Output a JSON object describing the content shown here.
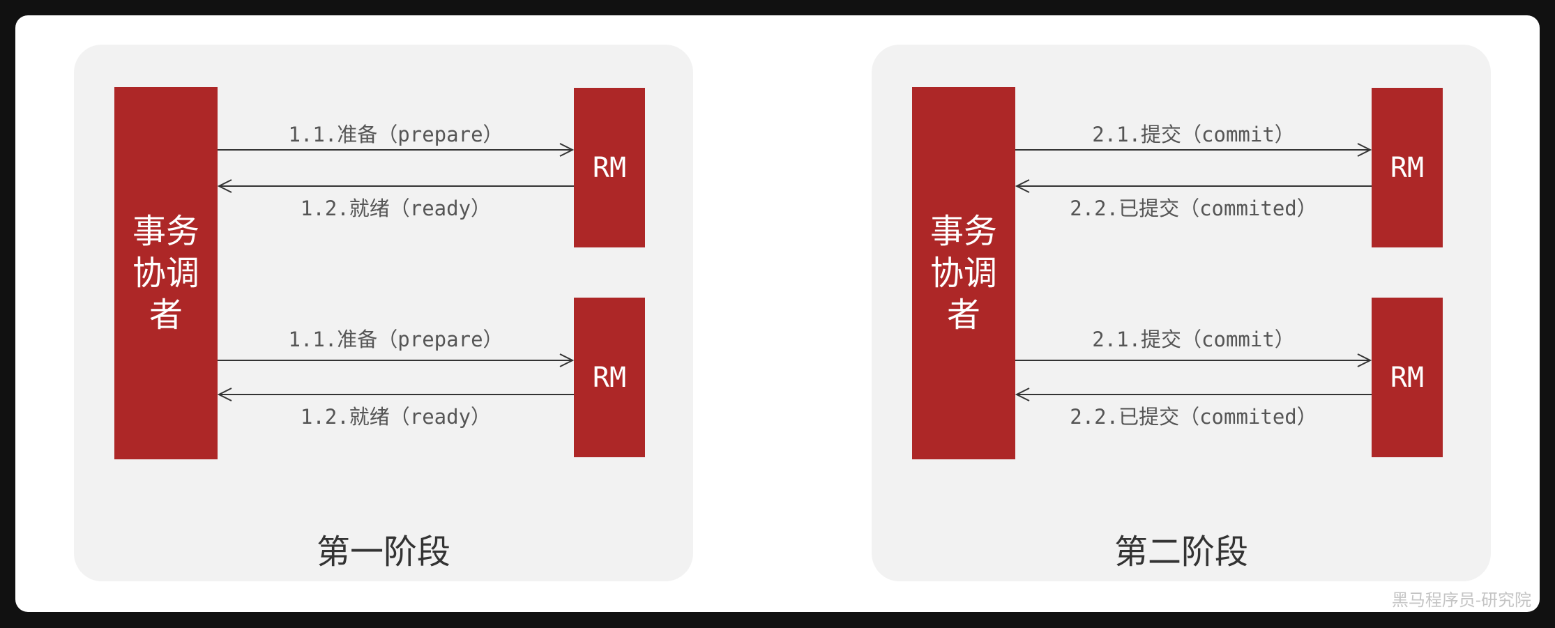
{
  "phase1": {
    "coordinator_label": "事务协调者",
    "rm_top_label": "RM",
    "rm_bottom_label": "RM",
    "top_request": "1.1.准备（prepare）",
    "top_response": "1.2.就绪（ready）",
    "bottom_request": "1.1.准备（prepare）",
    "bottom_response": "1.2.就绪（ready）",
    "title": "第一阶段"
  },
  "phase2": {
    "coordinator_label": "事务协调者",
    "rm_top_label": "RM",
    "rm_bottom_label": "RM",
    "top_request": "2.1.提交（commit）",
    "top_response": "2.2.已提交（commited）",
    "bottom_request": "2.1.提交（commit）",
    "bottom_response": "2.2.已提交（commited）",
    "title": "第二阶段"
  },
  "watermark": "黑马程序员-研究院",
  "colors": {
    "block": "#ad2727",
    "panel": "#f2f2f2",
    "arrow": "#333333",
    "label": "#555555"
  }
}
